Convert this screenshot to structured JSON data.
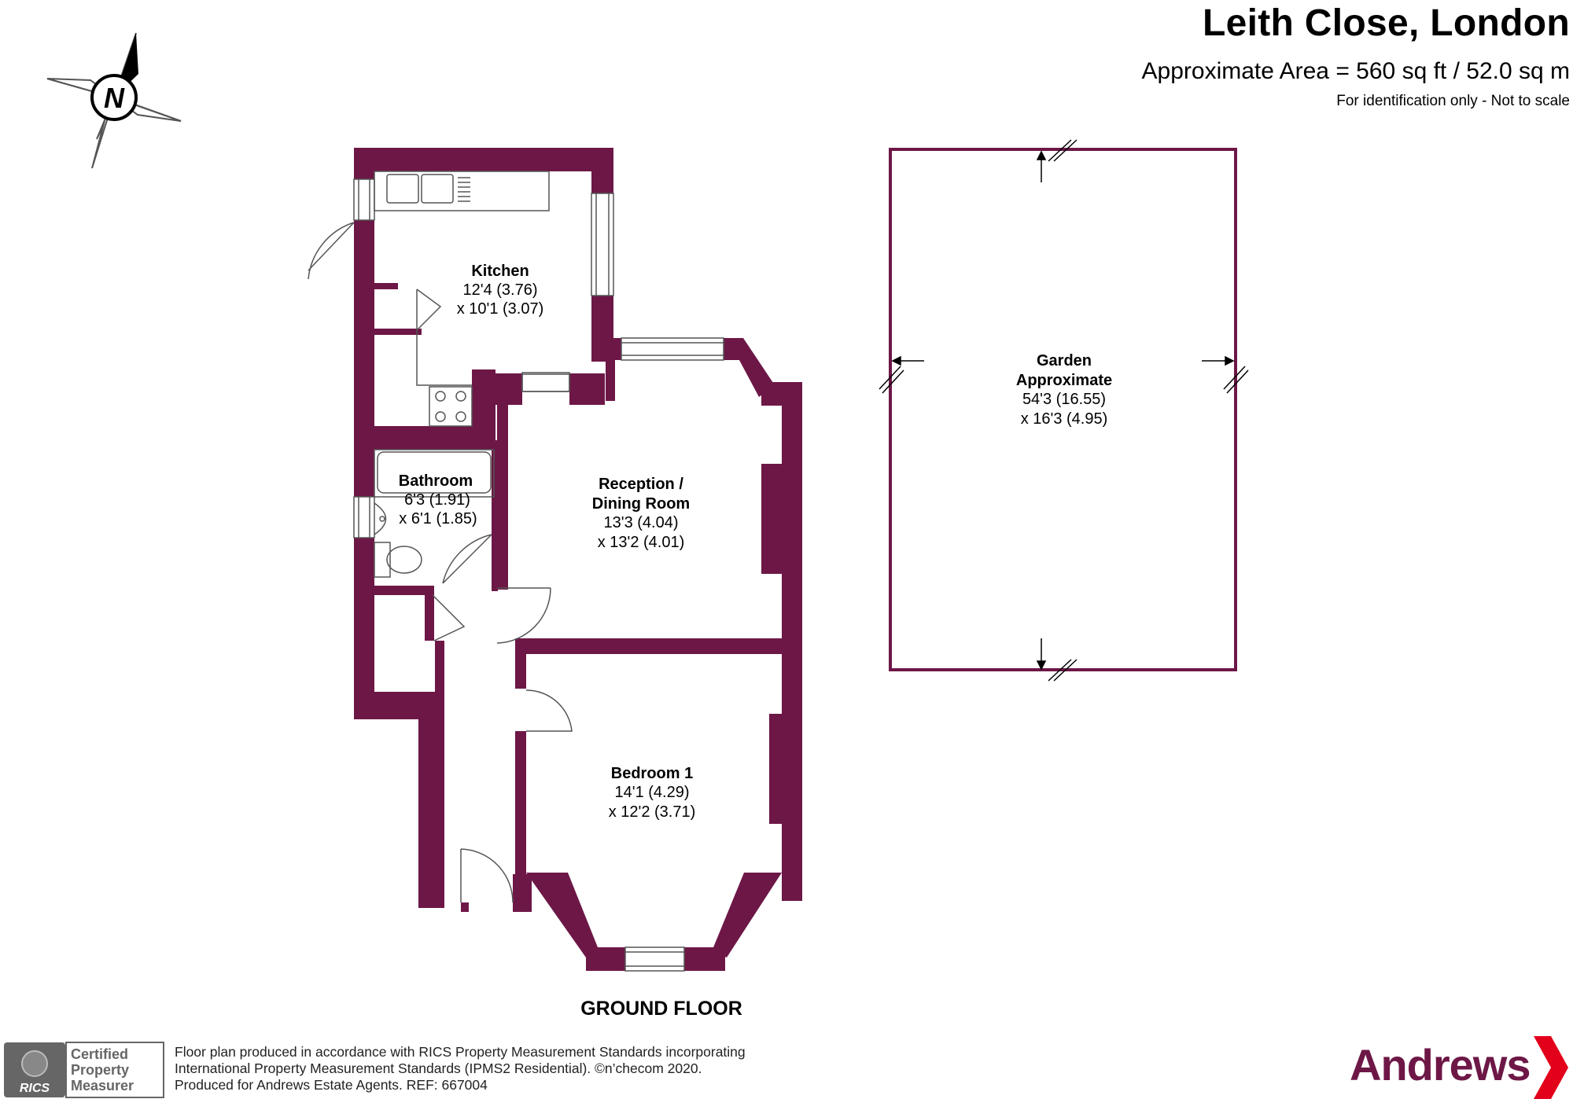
{
  "header": {
    "title": "Leith Close, London",
    "area": "Approximate Area = 560 sq ft / 52.0 sq m",
    "note": "For identification only - Not to scale"
  },
  "compass": {
    "label": "N",
    "icon": "north-arrow-icon"
  },
  "rooms": {
    "kitchen": {
      "name": "Kitchen",
      "dim1": "12'4 (3.76)",
      "dim2": "x 10'1 (3.07)"
    },
    "bathroom": {
      "name": "Bathroom",
      "dim1": "6'3 (1.91)",
      "dim2": "x 6'1 (1.85)"
    },
    "reception": {
      "name1": "Reception /",
      "name2": "Dining Room",
      "dim1": "13'3 (4.04)",
      "dim2": "x 13'2 (4.01)"
    },
    "bedroom": {
      "name": "Bedroom 1",
      "dim1": "14'1 (4.29)",
      "dim2": "x 12'2 (3.71)"
    },
    "garden": {
      "name1": "Garden",
      "name2": "Approximate",
      "dim1": "54'3 (16.55)",
      "dim2": "x 16'3 (4.95)"
    }
  },
  "floor_label": "GROUND FLOOR",
  "footer": {
    "line1": "Floor plan produced in accordance with RICS Property Measurement Standards incorporating",
    "line2": "International Property Measurement Standards (IPMS2 Residential).  ©n’checom 2020.",
    "line3": "Produced for Andrews Estate Agents.   REF:  667004"
  },
  "rics_badge": {
    "mark": "RICS",
    "line1": "Certified",
    "line2": "Property",
    "line3": "Measurer"
  },
  "brand": {
    "name": "Andrews",
    "color": "#6d1747"
  },
  "colors": {
    "wall": "#6d1747",
    "outline": "#6d1747"
  }
}
